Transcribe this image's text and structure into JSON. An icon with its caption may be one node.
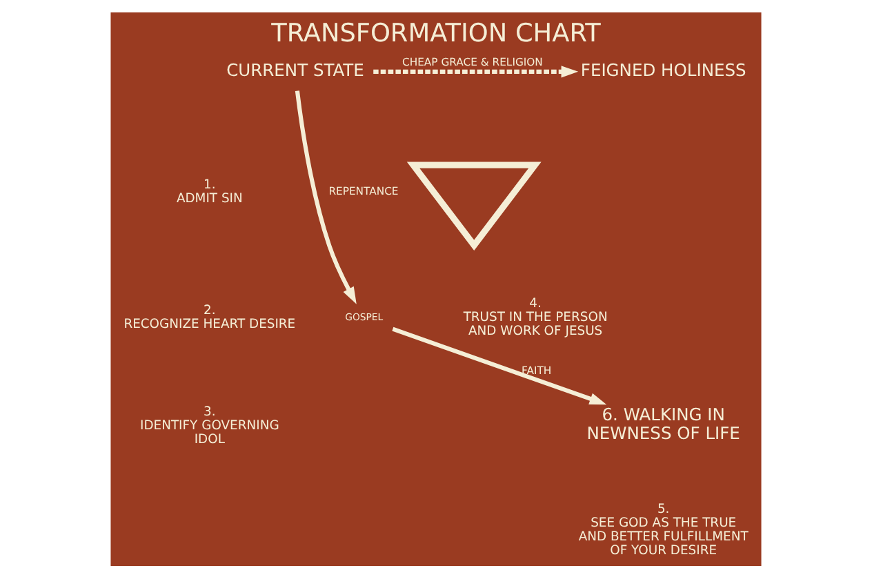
{
  "diagram": {
    "title": "TRANSFORMATION CHART",
    "nodes": [
      {
        "text": [
          "CURRENT STATE"
        ]
      },
      {
        "text": [
          "FEIGNED HOLINESS"
        ]
      },
      {
        "text": [
          "6. WALKING IN NEWNESS OF LIFE"
        ]
      },
      {
        "text": [],
        "shape": "triangle"
      },
      {
        "text": [
          "GOSPEL"
        ],
        "beside": [
          "4.",
          "TRUST IN THE PERSON AND WORK OF JESUS"
        ]
      }
    ],
    "edges": [
      {
        "from": 0,
        "to": 1,
        "arrow": "to",
        "style": "dashed",
        "label": "CHEAP GRACE & RELIGION"
      },
      {
        "from": 0,
        "to": 4,
        "arrow": "to",
        "label": "REPENTANCE"
      },
      {
        "from": 4,
        "to": 2,
        "arrow": "to",
        "label": "FAITH"
      }
    ],
    "labels": [
      "1.",
      "ADMIT SIN",
      "2.",
      "RECOGNIZE HEART DESIRE",
      "3.",
      "IDENTIFY GOVERNING IDOL",
      "5.",
      "SEE GOD AS THE TRUE AND BETTER FULFILLMENT OF YOUR DESIRE"
    ]
  }
}
